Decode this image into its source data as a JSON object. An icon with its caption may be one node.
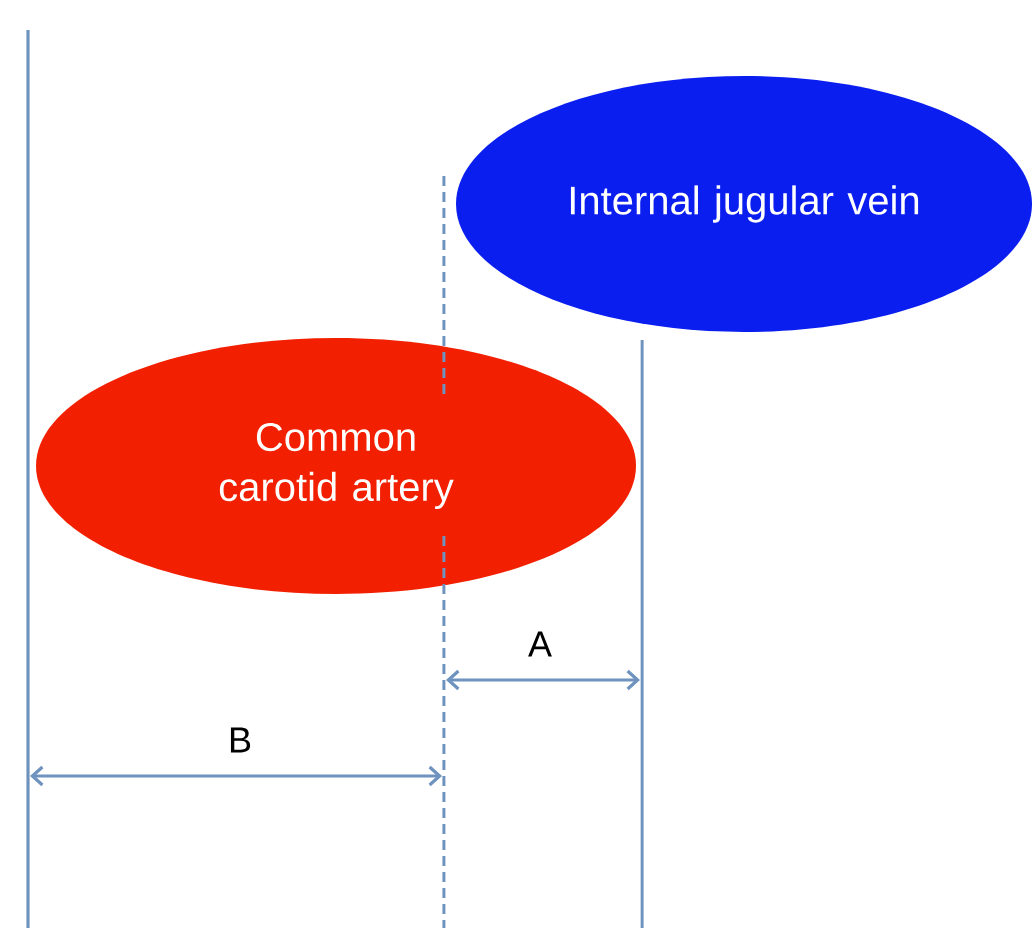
{
  "diagram": {
    "nodes": [
      {
        "text": [
          "Internal jugular vein"
        ]
      },
      {
        "text": [
          "Common carotid artery"
        ]
      }
    ],
    "labels": [
      "A",
      "B"
    ]
  }
}
